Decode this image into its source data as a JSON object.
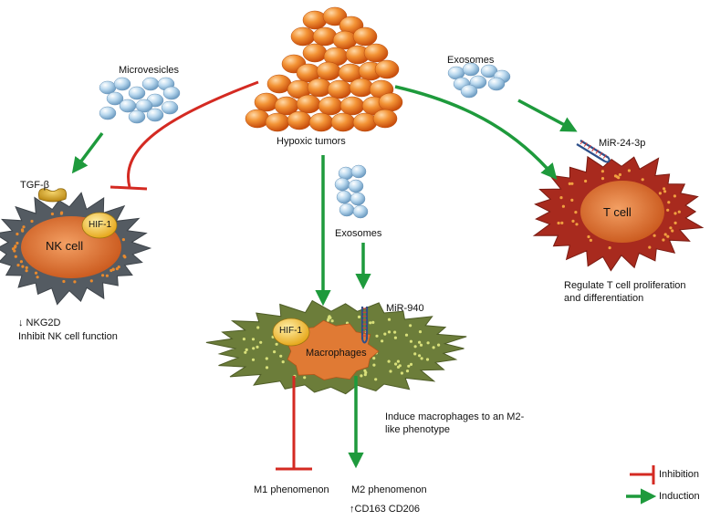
{
  "labels": {
    "microvesicles": "Microvesicles",
    "exosomes_right": "Exosomes",
    "exosomes_center": "Exosomes",
    "hypoxic_tumors": "Hypoxic tumors",
    "tgf_beta": "TGF-β",
    "hif1_nk": "HIF-1",
    "nk_cell": "NK  cell",
    "mir_24": "MiR-24-3p",
    "t_cell": "T  cell",
    "regulate_line1": "Regulate T cell proliferation",
    "regulate_line2": "and differentiation",
    "nkg2d": "↓ NKG2D",
    "inhibit_nk": "Inhibit NK cell function",
    "mir_940": "MiR-940",
    "hif1_mac": "HIF-1",
    "macrophages": "Macrophages",
    "induce_line1": "Induce macrophages to an M2-",
    "induce_line2": "like phenotype",
    "m1": "M1 phenomenon",
    "m2": "M2 phenomenon",
    "cd_markers": "↑CD163 CD206"
  },
  "legend": {
    "inhibition": "Inhibition",
    "induction": "Induction"
  },
  "colors": {
    "inhibition": "#d42a22",
    "induction": "#1e9a3c",
    "tumor": "#ee7a22",
    "vesicle": "#a9cde6",
    "nk_cell": "#545b62",
    "t_cell": "#a82a1e",
    "macrophage": "#6c7d3a",
    "nucleus": "#e07a34",
    "hif_badge": "#f2c232"
  }
}
